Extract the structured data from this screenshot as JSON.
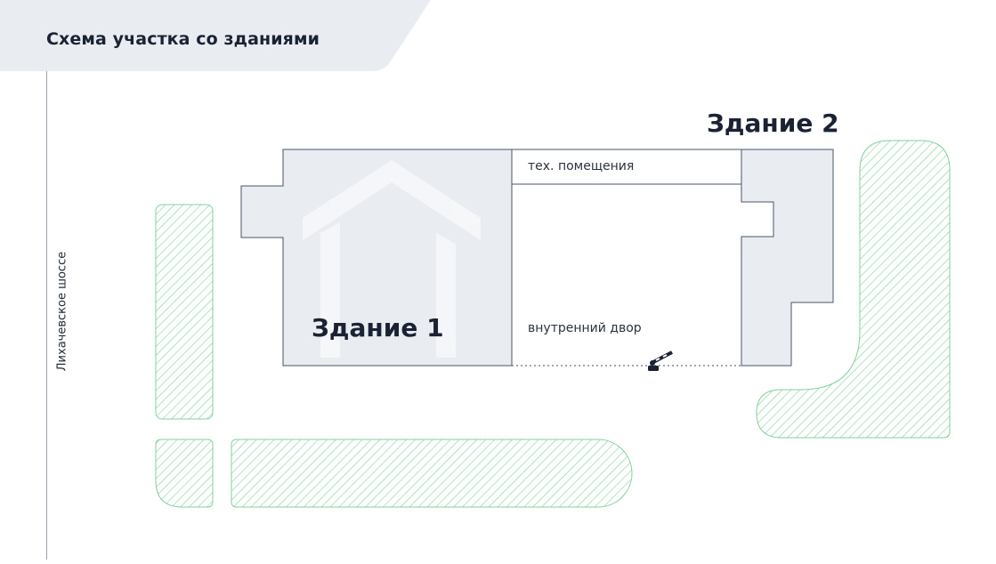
{
  "header": {
    "title": "Схема участка со зданиями"
  },
  "road": {
    "label": "Лихачевское шоссе"
  },
  "buildings": {
    "building1": {
      "label": "Здание 1"
    },
    "building2": {
      "label": "Здание 2"
    }
  },
  "areas": {
    "tech_rooms": "тех. помещения",
    "courtyard": "внутренний двор"
  },
  "icons": {
    "barrier": "barrier-gate-icon",
    "watermark": "house-logo-watermark"
  },
  "colors": {
    "header_bg": "#e9edf2",
    "building_fill": "#e9edf2",
    "outline": "#4a5563",
    "green_hatch": "#7fd19c",
    "text_dark": "#1a2233"
  }
}
